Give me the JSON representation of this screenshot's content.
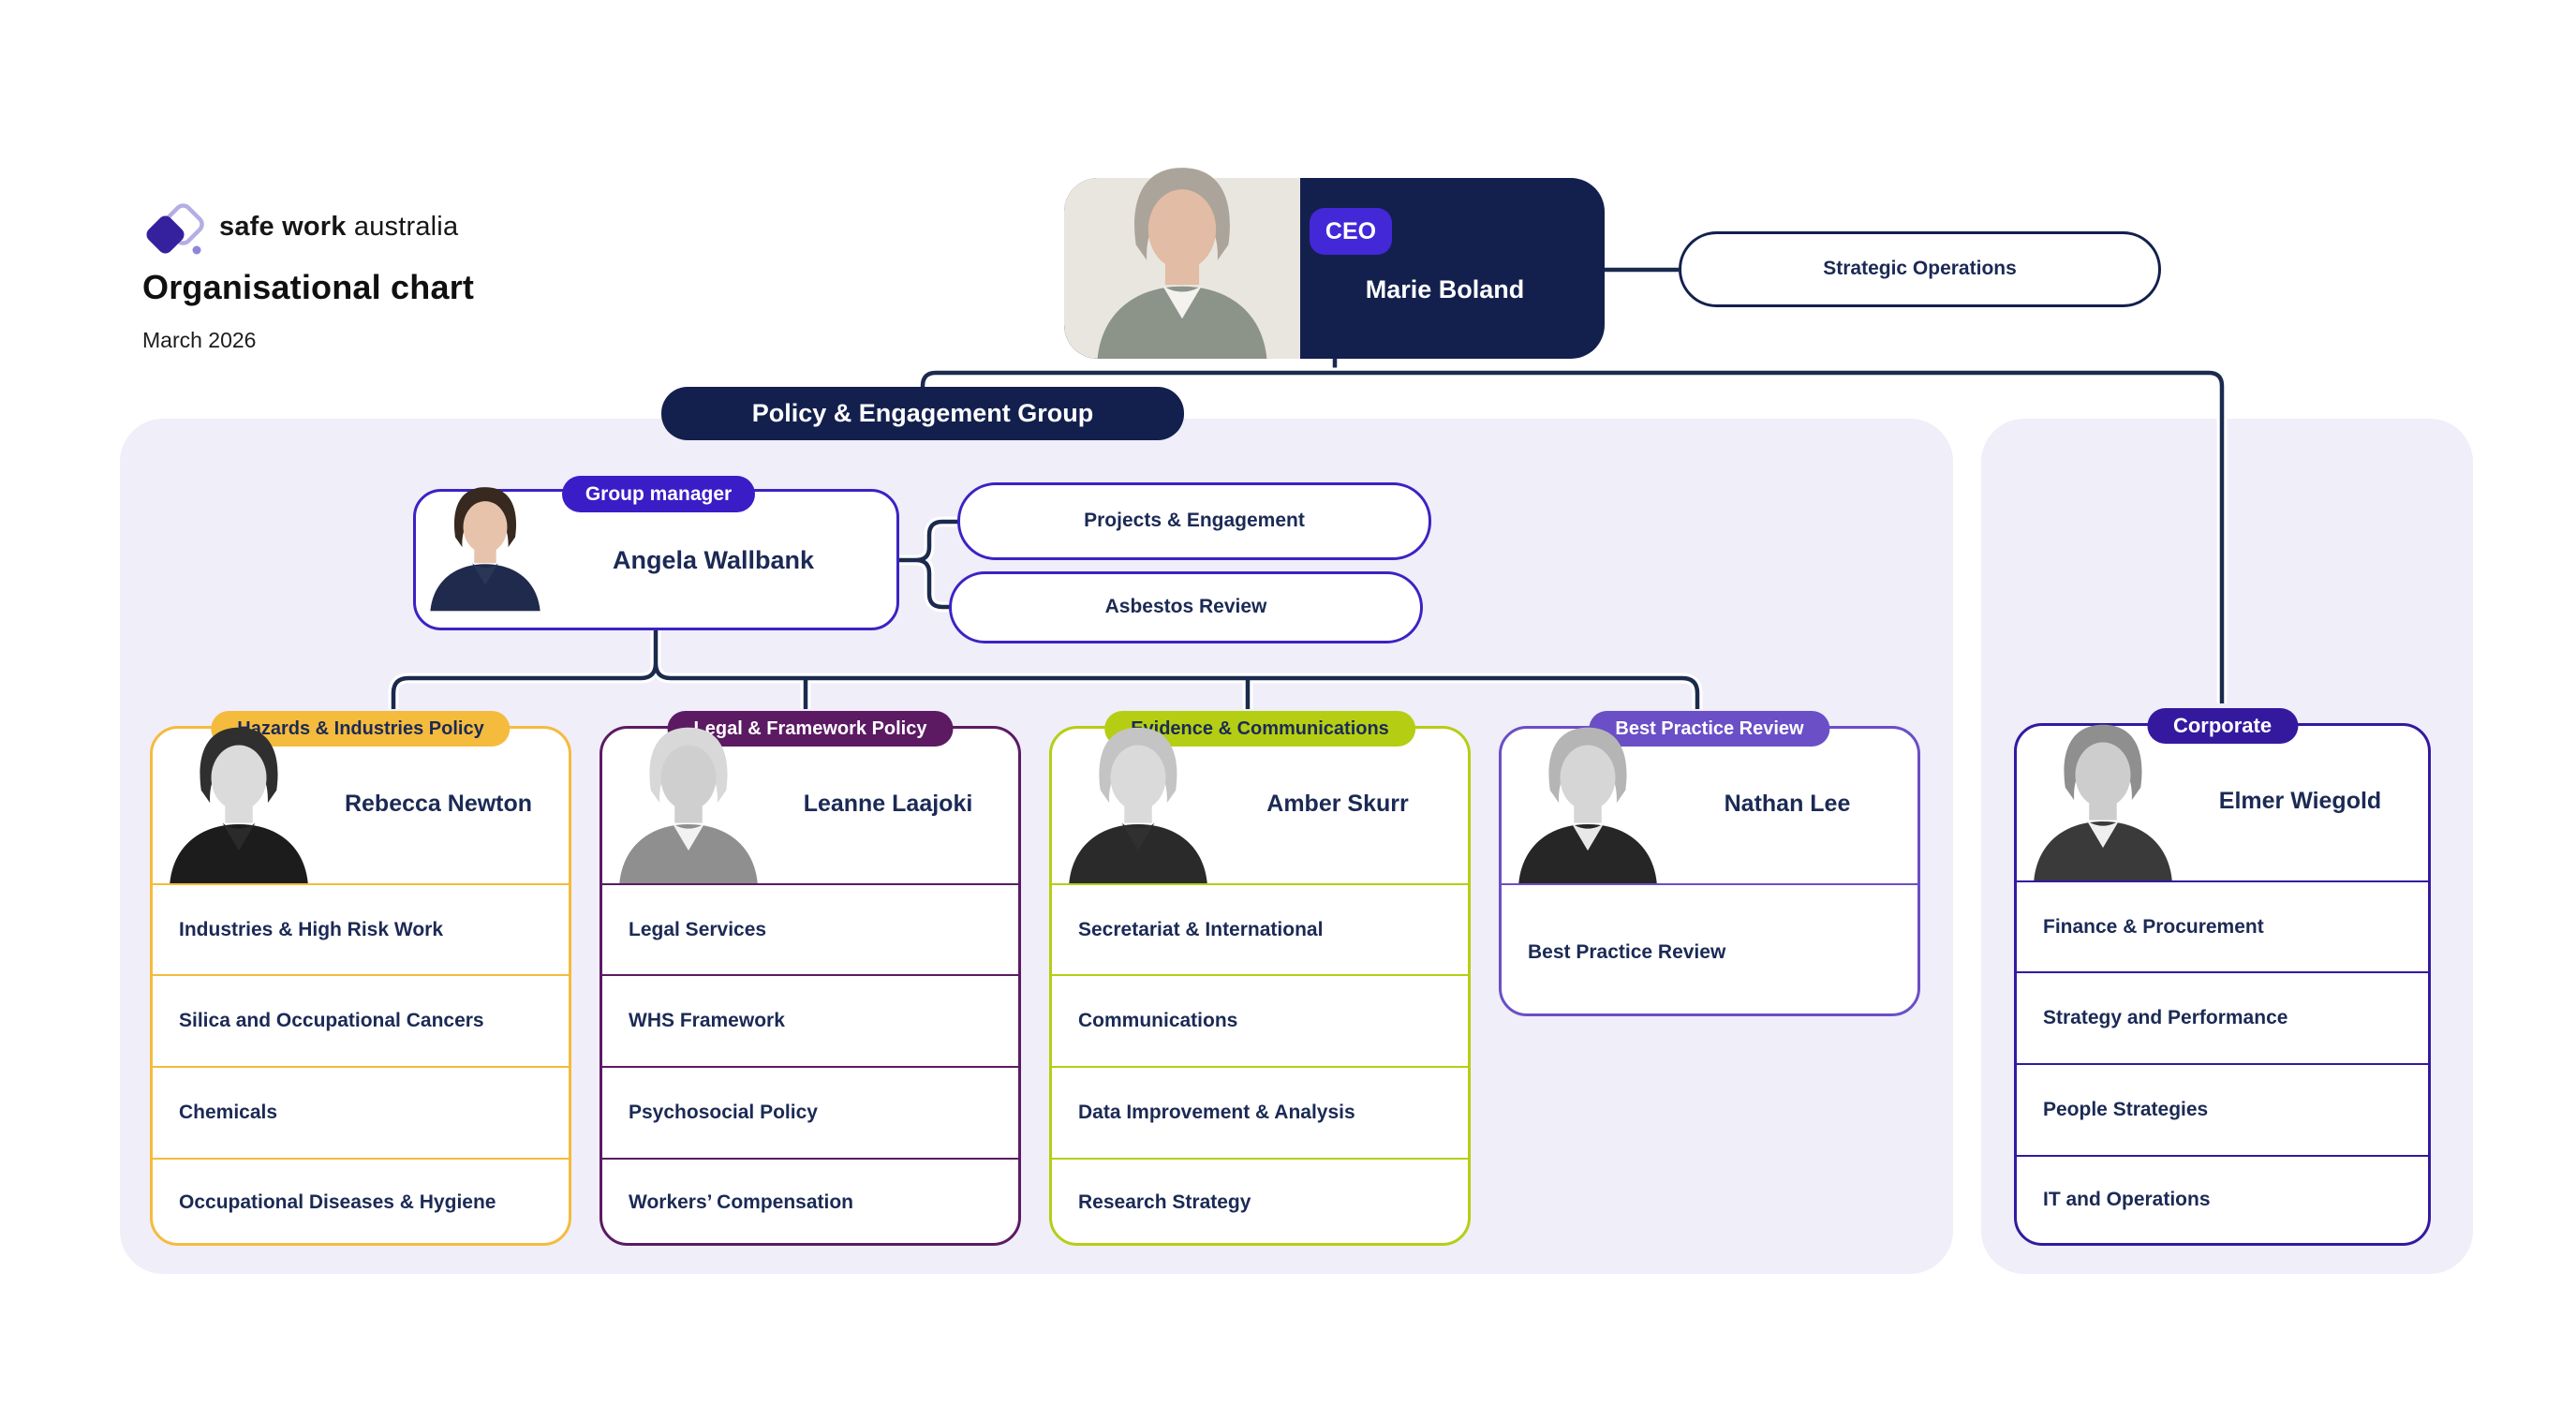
{
  "brand": {
    "logo_bold": "safe work",
    "logo_light": "australia"
  },
  "header": {
    "title": "Organisational chart",
    "date": "March 2026"
  },
  "ceo": {
    "badge": "CEO",
    "name": "Marie Boland"
  },
  "strategic_ops": {
    "label": "Strategic Operations"
  },
  "policy_group": {
    "banner": "Policy & Engagement Group",
    "manager": {
      "badge": "Group manager",
      "name": "Angela Wallbank"
    },
    "units": [
      "Projects & Engagement",
      "Asbestos Review"
    ],
    "branches": [
      {
        "label": "Hazards & Industries Policy",
        "lead": "Rebecca Newton",
        "accent": "#F5BB3D",
        "teams": [
          "Industries & High Risk Work",
          "Silica and Occupational Cancers",
          "Chemicals",
          "Occupational Diseases & Hygiene"
        ]
      },
      {
        "label": "Legal & Framework Policy",
        "lead": "Leanne Laajoki",
        "accent": "#5C1A63",
        "teams": [
          "Legal Services",
          "WHS Framework",
          "Psychosocial Policy",
          "Workers’ Compensation"
        ]
      },
      {
        "label": "Evidence & Communications",
        "lead": "Amber Skurr",
        "accent": "#B5CE14",
        "teams": [
          "Secretariat & International",
          "Communications",
          "Data Improvement & Analysis",
          "Research Strategy"
        ]
      },
      {
        "label": "Best Practice Review",
        "lead": "Nathan Lee",
        "accent": "#6A4FC6",
        "teams": [
          "Best Practice Review"
        ]
      }
    ]
  },
  "corporate": {
    "label": "Corporate",
    "lead": "Elmer Wiegold",
    "accent": "#34199F",
    "teams": [
      "Finance & Procurement",
      "Strategy and Performance",
      "People Strategies",
      "IT and Operations"
    ]
  },
  "colors": {
    "navy_card": "#13204E",
    "text_navy": "#1B2A55",
    "connector": "#1B2A4E",
    "panel_background": "#EFEEF9",
    "ceo_badge": "#4328D8",
    "manager_badge": "#3A1DC6",
    "unit_border": "#3A23C4",
    "logo_indigo": "#35209E",
    "logo_lilac": "#B3AEE3"
  }
}
